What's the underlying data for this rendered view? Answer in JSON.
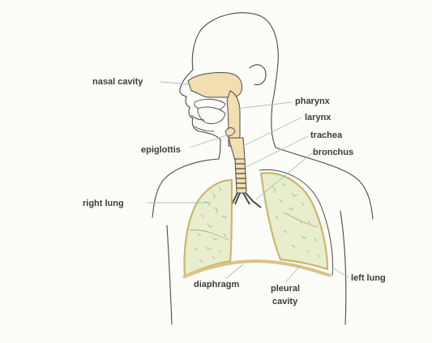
{
  "labels": {
    "nasal_cavity": "nasal cavity",
    "pharynx": "pharynx",
    "larynx": "larynx",
    "trachea": "trachea",
    "bronchus": "bronchus",
    "epiglottis": "epiglottis",
    "right_lung": "right lung",
    "diaphragm": "diaphragm",
    "pleural_cavity_line1": "pleural",
    "pleural_cavity_line2": "cavity",
    "left_lung": "left lung"
  },
  "colors": {
    "outline": "#4a4a4a",
    "label_text": "#3b3b3b",
    "leader_line": "#9fc7b8",
    "airway_fill": "#f2deb0",
    "lung_fill": "#e8eecd",
    "lung_outline": "#c9b66e",
    "bronchiole_marks": "#8fb8a8",
    "diaphragm": "#d8c486"
  }
}
